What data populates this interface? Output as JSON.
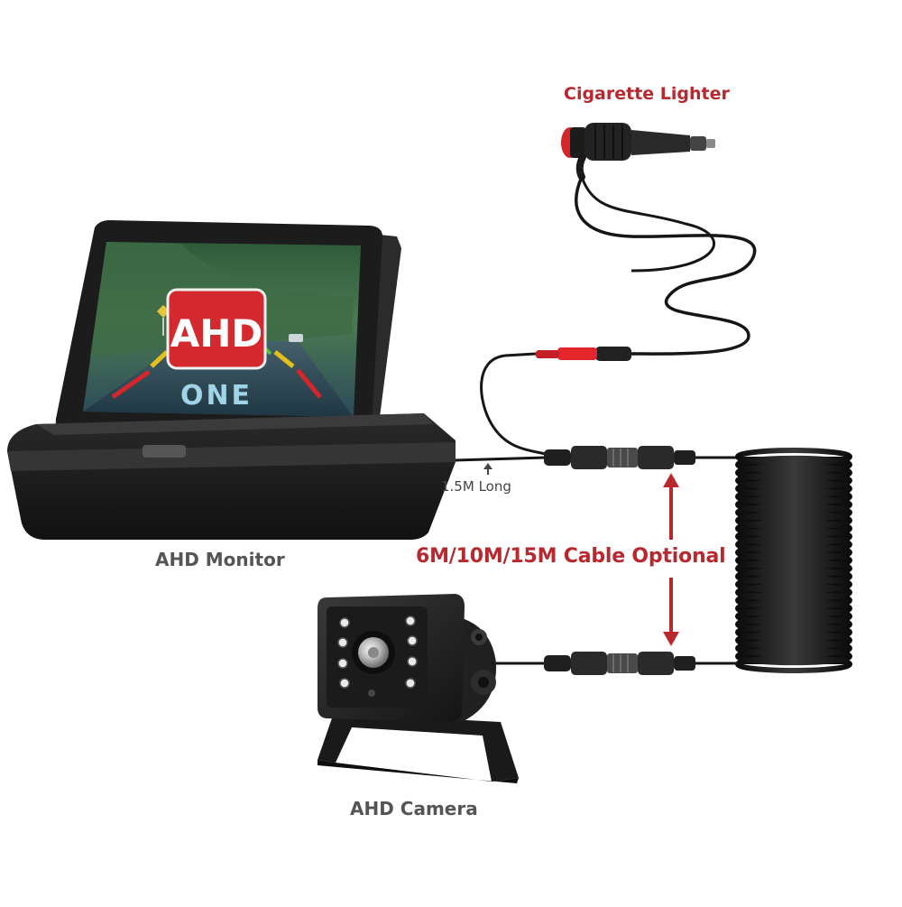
{
  "labels": {
    "cigarette_lighter": "Cigarette Lighter",
    "ahd_monitor": "AHD Monitor",
    "ahd_camera": "AHD Camera",
    "cable_optional": "6M/10M/15M Cable Optional",
    "monitor_cable_length": "1.5M Long"
  },
  "screen": {
    "badge_text": "AHD",
    "sub_text": "ONE"
  },
  "colors": {
    "label_red": "#b8292f",
    "label_gray": "#555555",
    "badge_red": "#d42a2f",
    "device_black": "#1e1e1e",
    "cable_black": "#161616",
    "plug_red": "#e2262c"
  },
  "icons": {
    "lighter": "cigarette-lighter-plug-icon",
    "monitor": "fold-down-monitor-icon",
    "camera": "ir-camera-icon",
    "coil": "coiled-cable-icon",
    "arrow": "double-arrow-icon"
  }
}
